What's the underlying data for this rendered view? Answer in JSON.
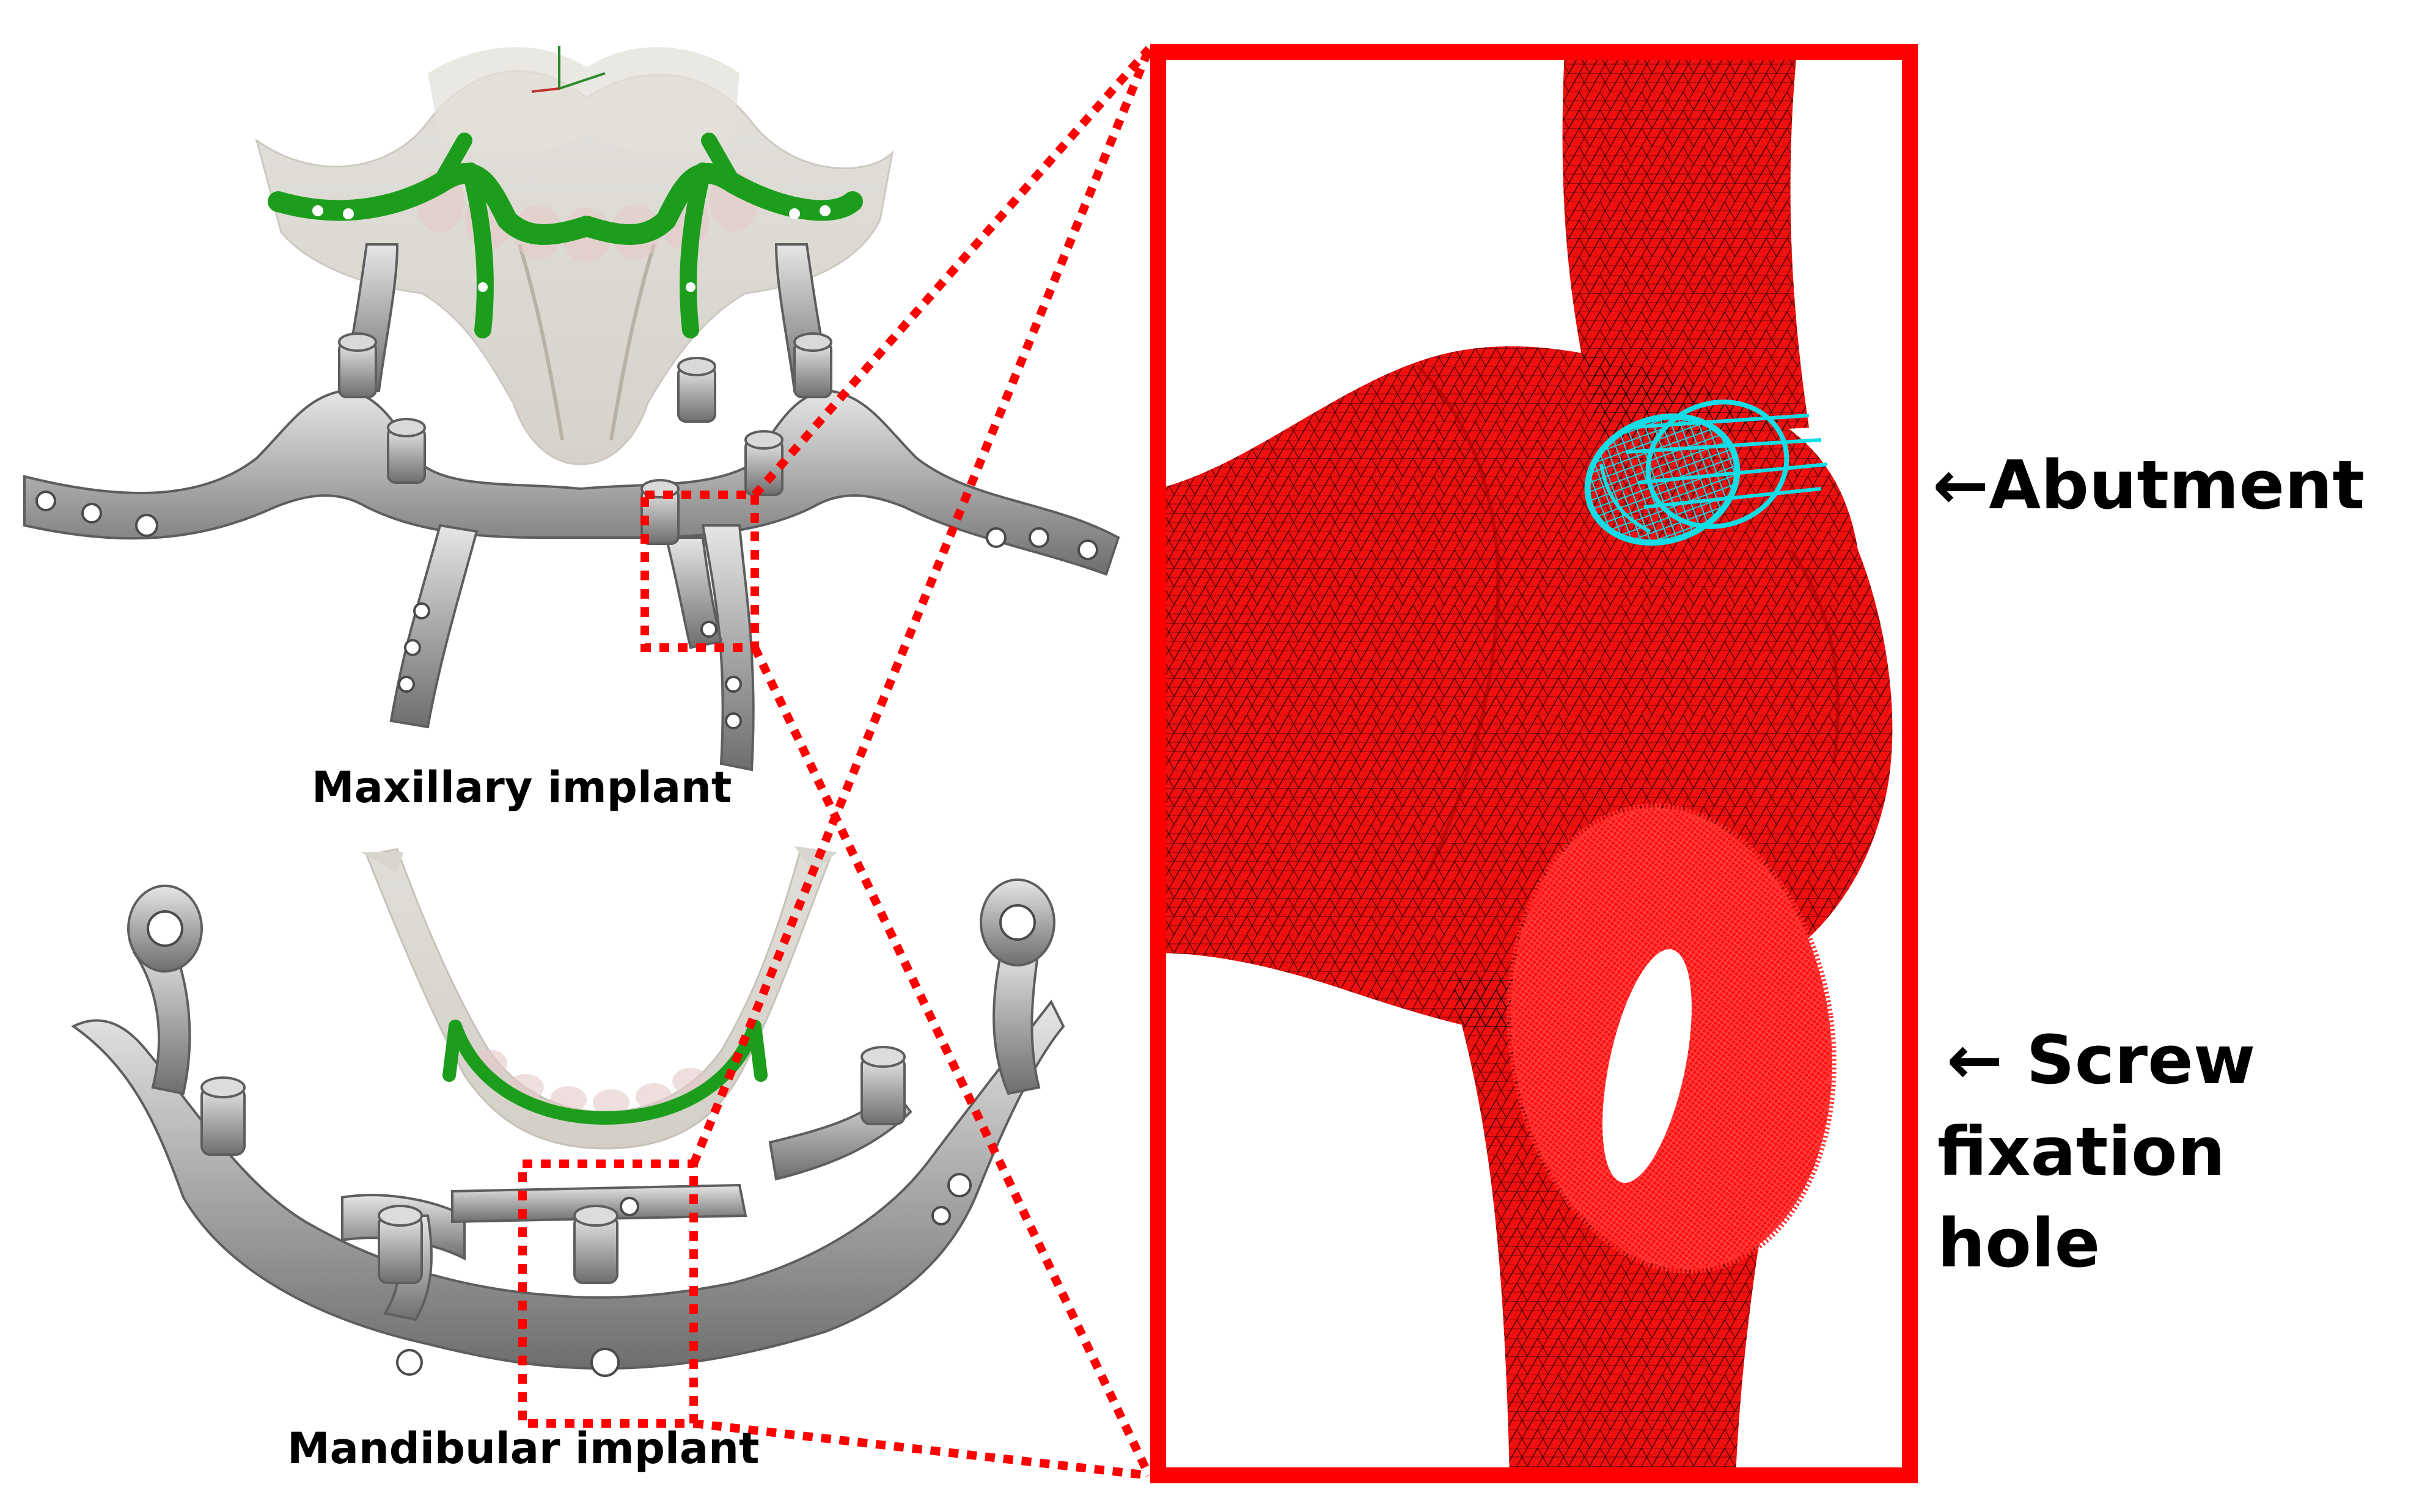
{
  "labels": {
    "maxillary": "Maxillary implant",
    "mandibular": "Mandibular implant",
    "abutment": "←Abutment",
    "screw_line1": "← Screw",
    "screw_line2": "fixation",
    "screw_line3": "hole"
  },
  "colors": {
    "highlight_red": "#ff0000",
    "mesh_red": "#f01010",
    "abutment_cyan": "#20e0e8",
    "implant_gray": "#a8a8a8",
    "guide_green": "#1a9a1a",
    "bone_translucent": "#d8d4cc"
  }
}
